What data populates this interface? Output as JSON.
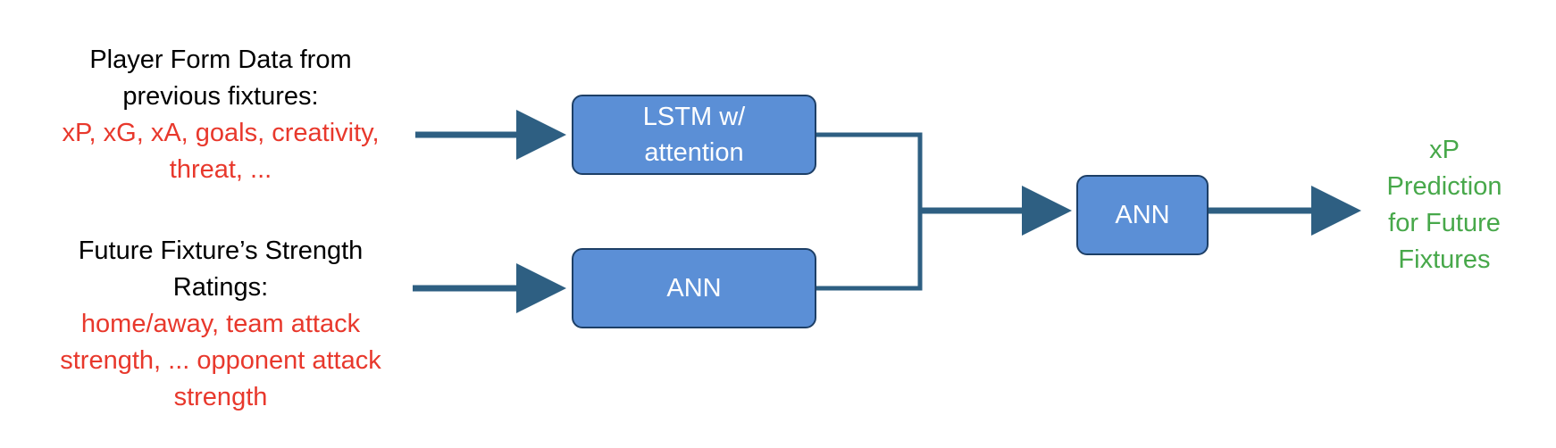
{
  "inputs": {
    "form": {
      "heading": [
        "Player Form Data from",
        "previous fixtures:"
      ],
      "features": [
        "xP, xG, xA, goals, creativity,",
        "threat, ..."
      ]
    },
    "fixture": {
      "heading": [
        "Future Fixture’s Strength",
        "Ratings:"
      ],
      "features": [
        "home/away, team attack",
        "strength, ... opponent attack",
        "strength"
      ]
    }
  },
  "boxes": {
    "lstm": [
      "LSTM w/",
      "attention"
    ],
    "ann_lower": "ANN",
    "ann_final": "ANN"
  },
  "output": {
    "label": [
      "xP",
      "Prediction",
      "for Future",
      "Fixtures"
    ]
  },
  "colors": {
    "box_fill": "#5b8fd6",
    "box_border": "#1d3f66",
    "arrow": "#2e5f82",
    "feature_text": "#e8382c",
    "output_text": "#47a84a",
    "heading_text": "#000000"
  }
}
